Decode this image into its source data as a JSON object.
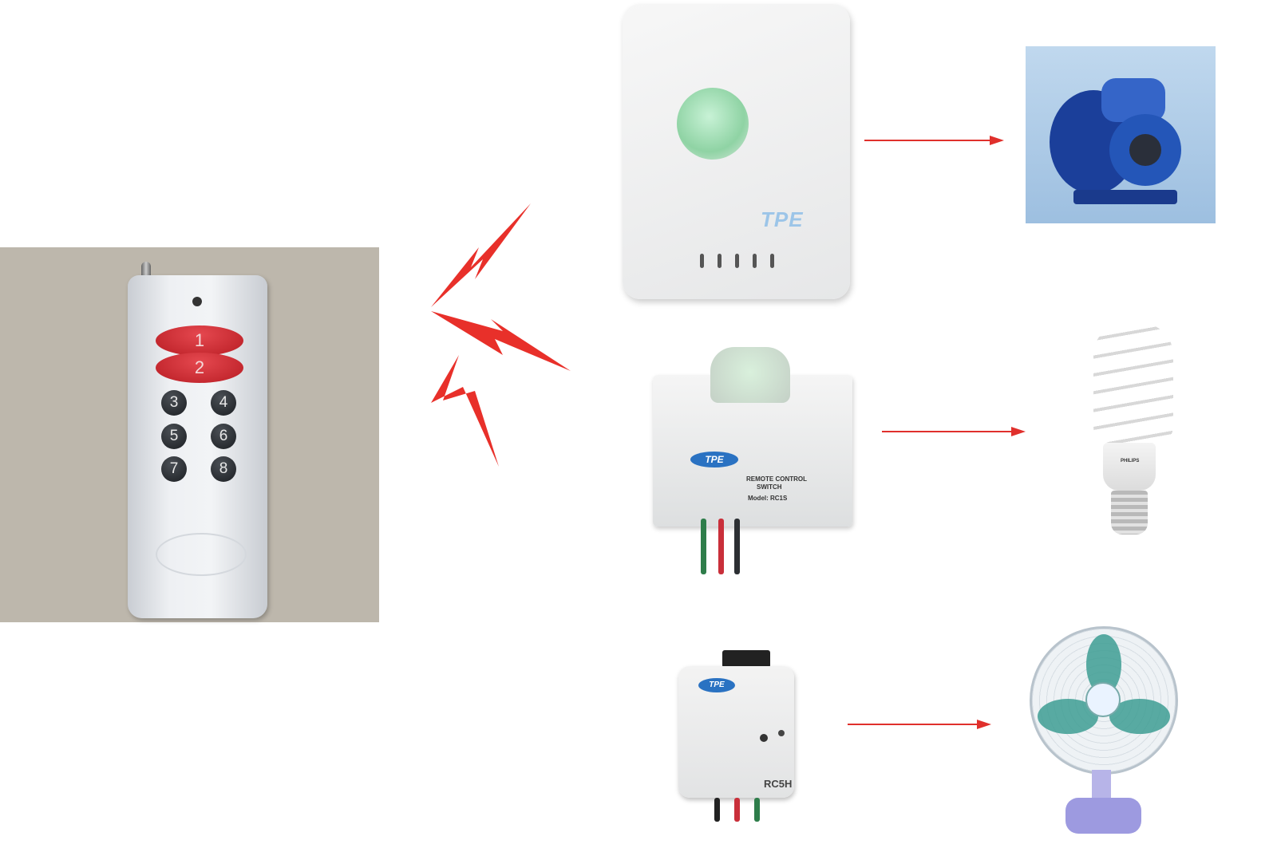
{
  "scene": {
    "description": "Wireless RF remote control switching three receiver modules, each driving an appliance",
    "accent_colors": {
      "signal_red": "#e0302c",
      "logo_blue": "#2a72c2",
      "led_green": "#8fd3a4"
    }
  },
  "remote": {
    "buttons": [
      "1",
      "2",
      "3",
      "4",
      "5",
      "6",
      "7",
      "8"
    ]
  },
  "receivers": [
    {
      "logo": "TPE",
      "label": ""
    },
    {
      "logo": "TPE",
      "label_line1": "REMOTE CONTROL",
      "label_line2": "SWITCH",
      "model": "Model: RC1S"
    },
    {
      "logo": "TPE",
      "model": "RC5H"
    }
  ],
  "appliances": [
    {
      "name": "water pump"
    },
    {
      "name": "energy-saving bulb",
      "brand": "PHILIPS"
    },
    {
      "name": "desk fan"
    }
  ]
}
